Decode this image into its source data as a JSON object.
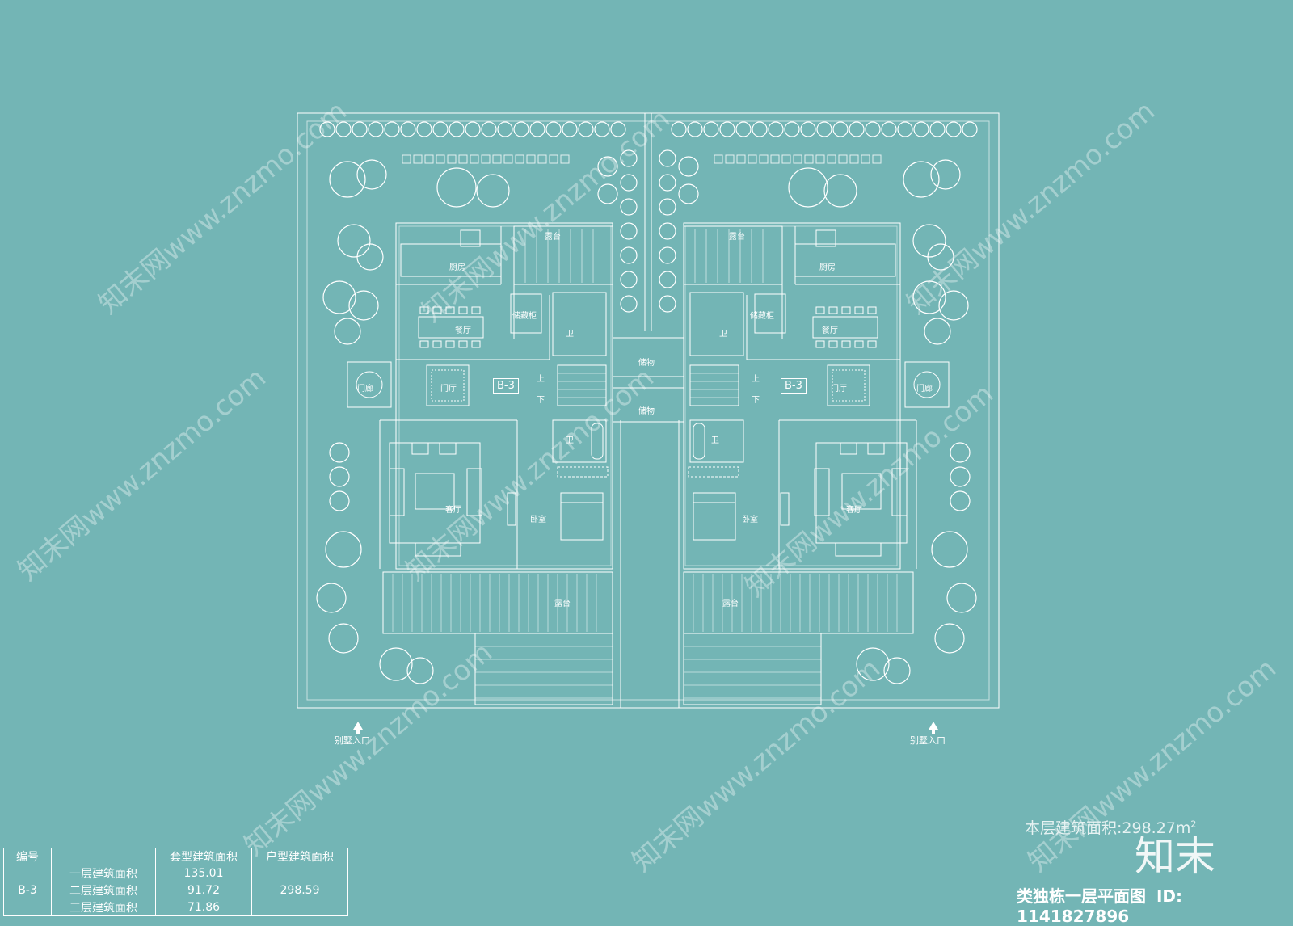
{
  "rooms": {
    "kitchen": "厨房",
    "terrace": "露台",
    "storage_cabinet": "储藏柜",
    "dining": "餐厅",
    "bath": "卫",
    "foyer": "门厅",
    "entry_porch": "门廊",
    "living": "客厅",
    "bedroom": "卧室",
    "storage": "储物",
    "up": "上",
    "down": "下"
  },
  "unit_tag": "B-3",
  "entrance_label": "别墅入口",
  "total_area_label": "本层建筑面积:",
  "total_area_value": "298.27m",
  "total_area_sup": "2",
  "drawing_title": "类独栋一层平面图",
  "table": {
    "col_code": "编号",
    "col_suite_area": "套型建筑面积",
    "col_unit_area": "户型建筑面积",
    "code": "B-3",
    "rows": [
      {
        "label": "一层建筑面积",
        "value": "135.01"
      },
      {
        "label": "二层建筑面积",
        "value": "91.72"
      },
      {
        "label": "三层建筑面积",
        "value": "71.86"
      }
    ],
    "unit_total": "298.59"
  },
  "brand": {
    "logo": "知末",
    "id_text": "ID: 1141827896",
    "watermark": "知末网www.znzmo.com"
  },
  "colors": {
    "background": "#73b5b5",
    "line": "#ffffff"
  }
}
